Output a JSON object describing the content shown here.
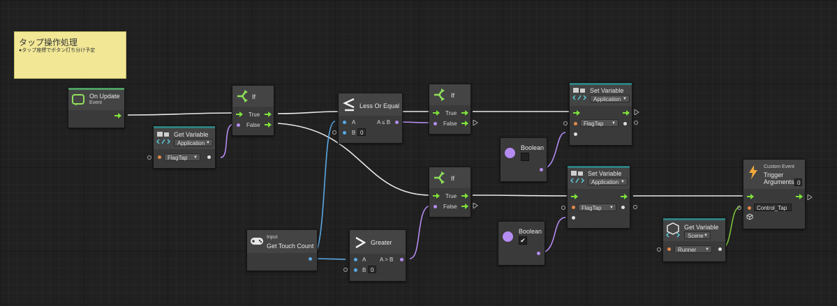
{
  "sticky": {
    "title": "タップ操作処理",
    "note": "●タップ座標でボタン打ち分け予定"
  },
  "on_update": {
    "title": "On Update",
    "subtitle": "Event"
  },
  "get_var_app": {
    "title": "Get Variable",
    "scope": "Application",
    "name": "FlagTap"
  },
  "if1": {
    "title": "If",
    "true_label": "True",
    "false_label": "False"
  },
  "less_equal": {
    "title": "Less Or Equal",
    "a": "A",
    "b": "B",
    "b_value": "0",
    "out": "A ≤ B"
  },
  "if2": {
    "title": "If",
    "true_label": "True",
    "false_label": "False"
  },
  "set_var1": {
    "title": "Set Variable",
    "scope": "Application",
    "name": "FlagTap"
  },
  "boolean1": {
    "title": "Boolean",
    "checked": false,
    "check_glyph": ""
  },
  "if3": {
    "title": "If",
    "true_label": "True",
    "false_label": "False"
  },
  "set_var2": {
    "title": "Set Variable",
    "scope": "Application",
    "name": "FlagTap"
  },
  "boolean2": {
    "title": "Boolean",
    "checked": true,
    "check_glyph": "✔"
  },
  "get_touch": {
    "category": "Input",
    "title": "Get Touch Count"
  },
  "greater": {
    "title": "Greater",
    "a": "A",
    "b": "B",
    "b_value": "0",
    "out": "A > B"
  },
  "get_var_scene": {
    "title": "Get Variable",
    "scope": "Scene",
    "name": "Runner"
  },
  "custom_event": {
    "category": "Custom Event",
    "title_line1": "Trigger",
    "title_line2": "Arguments",
    "args": "0",
    "event_name": "Control_Tap"
  },
  "colors": {
    "flow": "#7ee33a",
    "bool": "#b48cf2",
    "number": "#5aa9e6",
    "object": "#e0e0e0",
    "wire_flow": "#e8e8e8",
    "event_bar": "#4f9f62",
    "unit_bar": "#2f8080",
    "sticky": "#f1e795"
  }
}
